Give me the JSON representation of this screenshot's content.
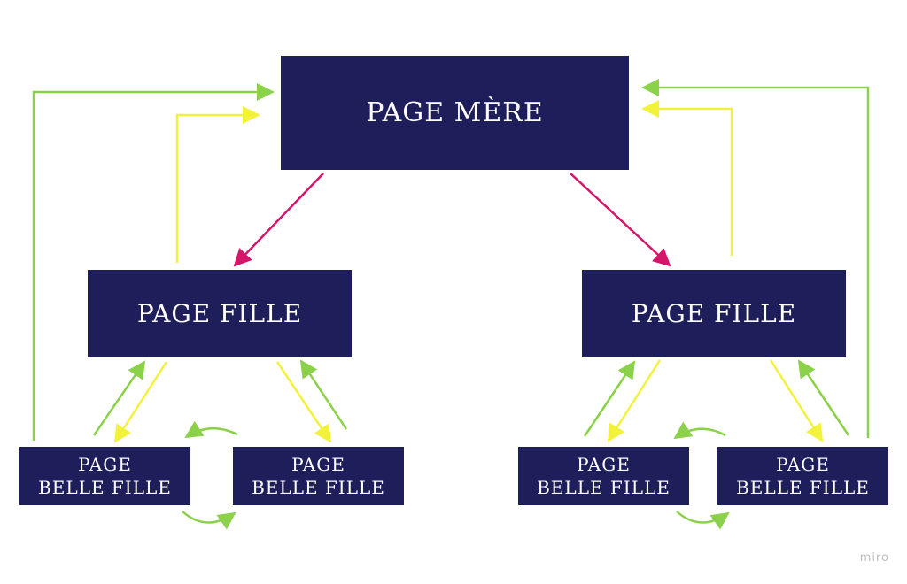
{
  "diagram": {
    "nodes": {
      "mere": "PAGE MÈRE",
      "fille_left": "PAGE FILLE",
      "fille_right": "PAGE FILLE",
      "belle_fille_1": "PAGE\nBELLE FILLE",
      "belle_fille_2": "PAGE\nBELLE FILLE",
      "belle_fille_3": "PAGE\nBELLE FILLE",
      "belle_fille_4": "PAGE\nBELLE FILLE"
    },
    "colors": {
      "node_fill": "#1e1e5a",
      "node_text": "#ffffff",
      "parent_to_child_arrow": "#d4156a",
      "yellow_arrow": "#f2f23a",
      "green_arrow": "#8bd14a"
    }
  },
  "watermark": "miro"
}
